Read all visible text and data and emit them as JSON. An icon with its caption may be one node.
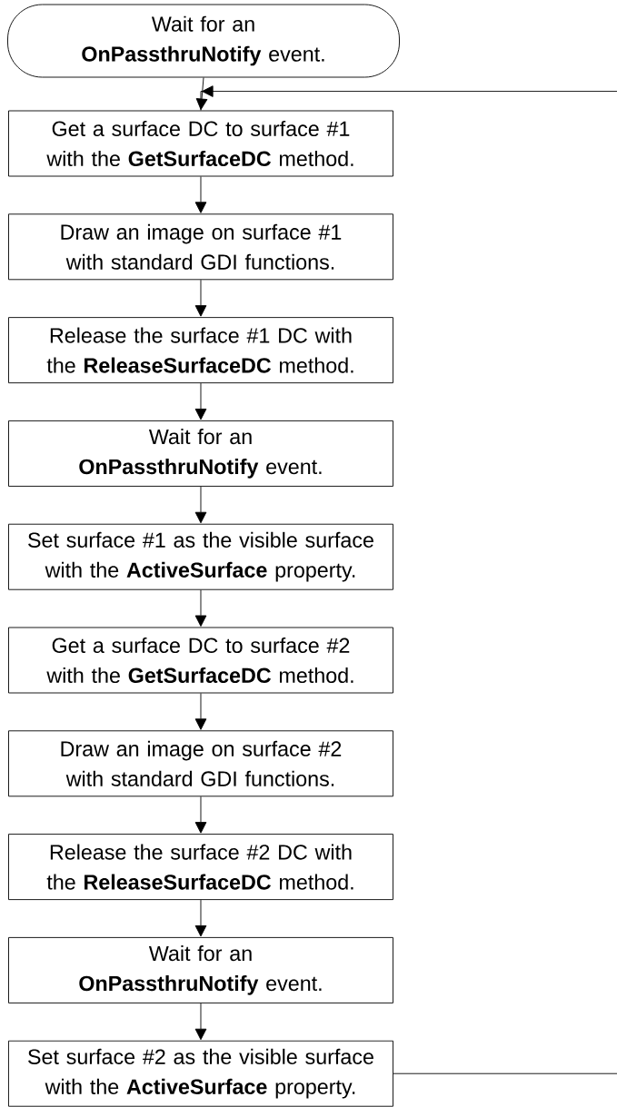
{
  "diagram": {
    "nodes": [
      {
        "text": [
          "Wait for an **OnPassthruNotify** event."
        ]
      },
      {
        "text": [
          "Get a surface DC to surface #1 with the **GetSurfaceDC** method."
        ]
      },
      {
        "text": [
          "Draw an image on surface #1 with standard GDI functions."
        ]
      },
      {
        "text": [
          "Release the surface #1 DC with the **ReleaseSurfaceDC** method."
        ]
      },
      {
        "text": [
          "Wait for an **OnPassthruNotify** event."
        ]
      },
      {
        "text": [
          "Set surface #1 as the visible surface with the **ActiveSurface** property."
        ]
      },
      {
        "text": [
          "Get a surface DC to surface #2 with the **GetSurfaceDC** method."
        ]
      },
      {
        "text": [
          "Draw an image on surface #2 with standard GDI functions."
        ]
      },
      {
        "text": [
          "Release the surface #2 DC with the **ReleaseSurfaceDC** method."
        ]
      },
      {
        "text": [
          "Wait for an **OnPassthruNotify** event."
        ]
      },
      {
        "text": [
          "Set surface #2 as the visible surface with the **ActiveSurface** property."
        ]
      }
    ],
    "edges": [
      {
        "from": 0,
        "to": 1,
        "arrow": "to"
      },
      {
        "from": 1,
        "to": 2,
        "arrow": "to"
      },
      {
        "from": 2,
        "to": 3,
        "arrow": "to"
      },
      {
        "from": 3,
        "to": 4,
        "arrow": "to"
      },
      {
        "from": 4,
        "to": 5,
        "arrow": "to"
      },
      {
        "from": 5,
        "to": 6,
        "arrow": "to"
      },
      {
        "from": 6,
        "to": 7,
        "arrow": "to"
      },
      {
        "from": 7,
        "to": 8,
        "arrow": "to"
      },
      {
        "from": 8,
        "to": 9,
        "arrow": "to"
      },
      {
        "from": 9,
        "to": 10,
        "arrow": "to"
      },
      {
        "from": 10,
        "to": 1,
        "arrow": "to"
      }
    ]
  }
}
